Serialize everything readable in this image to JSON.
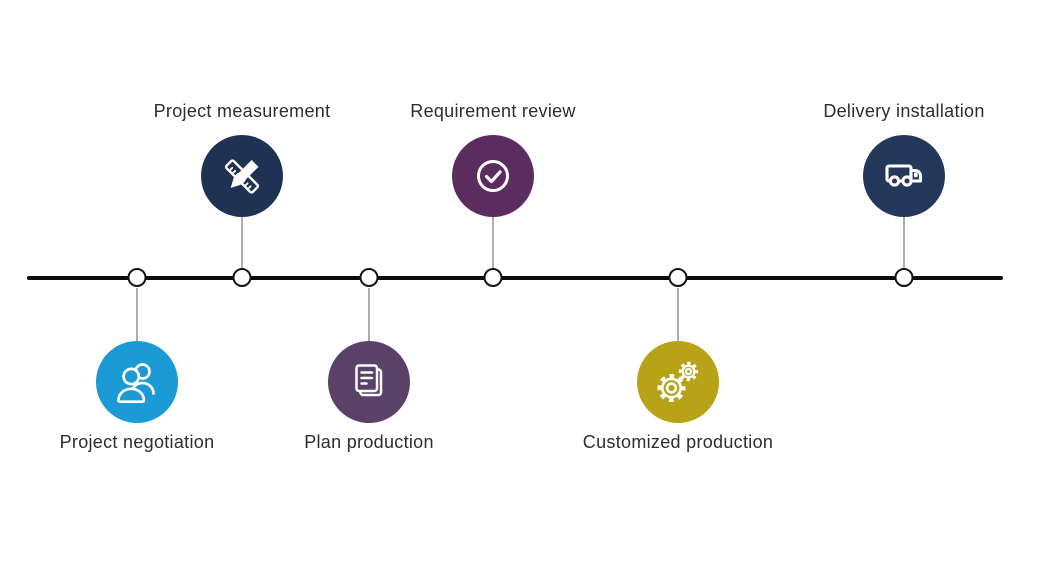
{
  "page": {
    "background": "#ffffff"
  },
  "timeline": {
    "line_color": "#0c0c0c",
    "node_fill": "#ffffff",
    "node_border": "#141414",
    "connector_color": "#5f5f5f",
    "text_color": "#2d2d2d"
  },
  "steps": [
    {
      "label": "Project negotiation",
      "position": "below",
      "color": "#1b9ad6",
      "icon": "users-icon"
    },
    {
      "label": "Project measurement",
      "position": "above",
      "color": "#203254",
      "icon": "ruler-pencil-icon"
    },
    {
      "label": "Plan production",
      "position": "below",
      "color": "#5a4168",
      "icon": "document-icon"
    },
    {
      "label": "Requirement review",
      "position": "above",
      "color": "#5d2c5f",
      "icon": "check-circle-icon"
    },
    {
      "label": "Customized production",
      "position": "below",
      "color": "#b8a318",
      "icon": "gears-icon"
    },
    {
      "label": "Delivery installation",
      "position": "above",
      "color": "#24385c",
      "icon": "truck-icon"
    }
  ]
}
